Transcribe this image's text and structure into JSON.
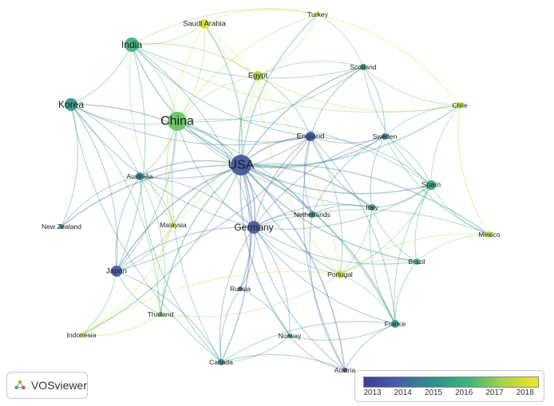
{
  "brand": {
    "name": "VOSviewer"
  },
  "legend": {
    "ticks": [
      "2013",
      "2014",
      "2015",
      "2016",
      "2017",
      "2018"
    ],
    "min": 2012.7,
    "max": 2018.4
  },
  "network": {
    "nodes": [
      {
        "label": "USA",
        "year": 2013.4,
        "size": 13
      },
      {
        "label": "China",
        "year": 2016.6,
        "size": 12
      },
      {
        "label": "India",
        "year": 2016.0,
        "size": 9
      },
      {
        "label": "Korea",
        "year": 2015.1,
        "size": 8
      },
      {
        "label": "Germany",
        "year": 2013.5,
        "size": 8
      },
      {
        "label": "Japan",
        "year": 2013.6,
        "size": 7
      },
      {
        "label": "England",
        "year": 2013.6,
        "size": 6
      },
      {
        "label": "Spain",
        "year": 2015.6,
        "size": 6
      },
      {
        "label": "Egypt",
        "year": 2017.5,
        "size": 6
      },
      {
        "label": "Saudi Arabia",
        "year": 2018.0,
        "size": 6
      },
      {
        "label": "Scotland",
        "year": 2015.4,
        "size": 4
      },
      {
        "label": "Australia",
        "year": 2014.8,
        "size": 5
      },
      {
        "label": "France",
        "year": 2015.2,
        "size": 5
      },
      {
        "label": "Portugal",
        "year": 2017.8,
        "size": 5
      },
      {
        "label": "Italy",
        "year": 2015.3,
        "size": 4
      },
      {
        "label": "Sweden",
        "year": 2014.4,
        "size": 4
      },
      {
        "label": "Netherlands",
        "year": 2014.7,
        "size": 4
      },
      {
        "label": "Brazil",
        "year": 2016.2,
        "size": 4
      },
      {
        "label": "Mexico",
        "year": 2017.5,
        "size": 4
      },
      {
        "label": "Chile",
        "year": 2017.8,
        "size": 4
      },
      {
        "label": "Turkey",
        "year": 2018.2,
        "size": 3
      },
      {
        "label": "Malaysia",
        "year": 2017.9,
        "size": 3
      },
      {
        "label": "Russia",
        "year": 2014.3,
        "size": 3
      },
      {
        "label": "Thailand",
        "year": 2016.8,
        "size": 3
      },
      {
        "label": "Canada",
        "year": 2015.0,
        "size": 4
      },
      {
        "label": "Norway",
        "year": 2015.3,
        "size": 3
      },
      {
        "label": "Austria",
        "year": 2013.9,
        "size": 3
      },
      {
        "label": "Indonesia",
        "year": 2018.2,
        "size": 3
      },
      {
        "label": "New Zealand",
        "year": 2014.9,
        "size": 3
      }
    ],
    "links": [
      [
        "USA",
        "China"
      ],
      [
        "USA",
        "India"
      ],
      [
        "USA",
        "Korea"
      ],
      [
        "USA",
        "Germany"
      ],
      [
        "USA",
        "Japan"
      ],
      [
        "USA",
        "England"
      ],
      [
        "USA",
        "Spain"
      ],
      [
        "USA",
        "Egypt"
      ],
      [
        "USA",
        "Saudi Arabia"
      ],
      [
        "USA",
        "Scotland"
      ],
      [
        "USA",
        "Australia"
      ],
      [
        "USA",
        "France"
      ],
      [
        "USA",
        "Portugal"
      ],
      [
        "USA",
        "Italy"
      ],
      [
        "USA",
        "Sweden"
      ],
      [
        "USA",
        "Netherlands"
      ],
      [
        "USA",
        "Brazil"
      ],
      [
        "USA",
        "Mexico"
      ],
      [
        "USA",
        "Chile"
      ],
      [
        "USA",
        "Turkey"
      ],
      [
        "USA",
        "Malaysia"
      ],
      [
        "USA",
        "Russia"
      ],
      [
        "USA",
        "Thailand"
      ],
      [
        "USA",
        "Canada"
      ],
      [
        "USA",
        "Norway"
      ],
      [
        "USA",
        "Austria"
      ],
      [
        "USA",
        "New Zealand"
      ],
      [
        "USA",
        "Indonesia"
      ],
      [
        "China",
        "India"
      ],
      [
        "China",
        "Korea"
      ],
      [
        "China",
        "Germany"
      ],
      [
        "China",
        "Japan"
      ],
      [
        "China",
        "England"
      ],
      [
        "China",
        "Egypt"
      ],
      [
        "China",
        "Saudi Arabia"
      ],
      [
        "China",
        "Australia"
      ],
      [
        "China",
        "Malaysia"
      ],
      [
        "China",
        "Spain"
      ],
      [
        "China",
        "Scotland"
      ],
      [
        "China",
        "Turkey"
      ],
      [
        "China",
        "Canada"
      ],
      [
        "China",
        "France"
      ],
      [
        "China",
        "Italy"
      ],
      [
        "India",
        "Korea"
      ],
      [
        "India",
        "Saudi Arabia"
      ],
      [
        "India",
        "Egypt"
      ],
      [
        "India",
        "England"
      ],
      [
        "India",
        "Germany"
      ],
      [
        "India",
        "Malaysia"
      ],
      [
        "India",
        "Japan"
      ],
      [
        "India",
        "Scotland"
      ],
      [
        "India",
        "Turkey"
      ],
      [
        "India",
        "Chile"
      ],
      [
        "Korea",
        "Japan"
      ],
      [
        "Korea",
        "Germany"
      ],
      [
        "Korea",
        "Australia"
      ],
      [
        "Korea",
        "England"
      ],
      [
        "Korea",
        "New Zealand"
      ],
      [
        "Korea",
        "Canada"
      ],
      [
        "Korea",
        "Thailand"
      ],
      [
        "Germany",
        "Japan"
      ],
      [
        "Germany",
        "England"
      ],
      [
        "Germany",
        "Spain"
      ],
      [
        "Germany",
        "Italy"
      ],
      [
        "Germany",
        "France"
      ],
      [
        "Germany",
        "Netherlands"
      ],
      [
        "Germany",
        "Portugal"
      ],
      [
        "Germany",
        "Sweden"
      ],
      [
        "Germany",
        "Austria"
      ],
      [
        "Germany",
        "Russia"
      ],
      [
        "Germany",
        "Canada"
      ],
      [
        "Germany",
        "Norway"
      ],
      [
        "Germany",
        "Brazil"
      ],
      [
        "Germany",
        "Mexico"
      ],
      [
        "Germany",
        "Australia"
      ],
      [
        "Japan",
        "Indonesia"
      ],
      [
        "Japan",
        "Thailand"
      ],
      [
        "Japan",
        "Australia"
      ],
      [
        "Japan",
        "Malaysia"
      ],
      [
        "Japan",
        "Canada"
      ],
      [
        "Japan",
        "England"
      ],
      [
        "England",
        "Scotland"
      ],
      [
        "England",
        "Sweden"
      ],
      [
        "England",
        "Spain"
      ],
      [
        "England",
        "Italy"
      ],
      [
        "England",
        "France"
      ],
      [
        "England",
        "Egypt"
      ],
      [
        "England",
        "Portugal"
      ],
      [
        "England",
        "Netherlands"
      ],
      [
        "England",
        "Australia"
      ],
      [
        "England",
        "Austria"
      ],
      [
        "Spain",
        "Italy"
      ],
      [
        "Spain",
        "Mexico"
      ],
      [
        "Spain",
        "Chile"
      ],
      [
        "Spain",
        "Brazil"
      ],
      [
        "Spain",
        "Portugal"
      ],
      [
        "Spain",
        "France"
      ],
      [
        "Spain",
        "Scotland"
      ],
      [
        "Spain",
        "Sweden"
      ],
      [
        "Egypt",
        "Saudi Arabia"
      ],
      [
        "Egypt",
        "Turkey"
      ],
      [
        "Egypt",
        "Scotland"
      ],
      [
        "Egypt",
        "Chile"
      ],
      [
        "Egypt",
        "Malaysia"
      ],
      [
        "Egypt",
        "Portugal"
      ],
      [
        "Saudi Arabia",
        "Turkey"
      ],
      [
        "Saudi Arabia",
        "Malaysia"
      ],
      [
        "Saudi Arabia",
        "Portugal"
      ],
      [
        "Scotland",
        "Chile"
      ],
      [
        "Scotland",
        "Sweden"
      ],
      [
        "Scotland",
        "Turkey"
      ],
      [
        "France",
        "Italy"
      ],
      [
        "France",
        "Portugal"
      ],
      [
        "France",
        "Brazil"
      ],
      [
        "France",
        "Austria"
      ],
      [
        "France",
        "Norway"
      ],
      [
        "France",
        "Canada"
      ],
      [
        "Portugal",
        "Brazil"
      ],
      [
        "Portugal",
        "Italy"
      ],
      [
        "Portugal",
        "Mexico"
      ],
      [
        "Portugal",
        "Indonesia"
      ],
      [
        "Portugal",
        "Thailand"
      ],
      [
        "Italy",
        "Netherlands"
      ],
      [
        "Italy",
        "Sweden"
      ],
      [
        "Italy",
        "Brazil"
      ],
      [
        "Mexico",
        "Chile"
      ],
      [
        "Mexico",
        "Brazil"
      ],
      [
        "Mexico",
        "Sweden"
      ],
      [
        "Australia",
        "New Zealand"
      ],
      [
        "Australia",
        "Malaysia"
      ],
      [
        "Australia",
        "Canada"
      ],
      [
        "Australia",
        "Thailand"
      ],
      [
        "Malaysia",
        "Thailand"
      ],
      [
        "Malaysia",
        "Indonesia"
      ],
      [
        "Russia",
        "Canada"
      ],
      [
        "Russia",
        "Norway"
      ],
      [
        "Canada",
        "Norway"
      ],
      [
        "Canada",
        "Austria"
      ],
      [
        "Norway",
        "Austria"
      ],
      [
        "Netherlands",
        "Sweden"
      ],
      [
        "Netherlands",
        "Austria"
      ],
      [
        "Thailand",
        "Indonesia"
      ],
      [
        "Chile",
        "Sweden"
      ],
      [
        "Turkey",
        "Chile"
      ]
    ]
  }
}
